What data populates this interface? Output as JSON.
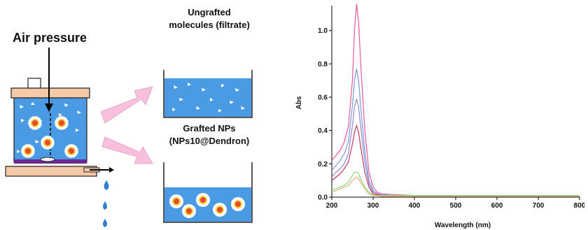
{
  "labels": {
    "air_pressure": "Air pressure",
    "ungrafted_line1": "Ungrafted",
    "ungrafted_line2": "molecules (filtrate)",
    "grafted_line1": "Grafted NPs",
    "grafted_line2": "(NPs10@Dendron)"
  },
  "colors": {
    "liquid": "#4a9be3",
    "frame": "#f3c9a8",
    "arrow": "#f8c0dc",
    "np_core": "#e84a2e"
  },
  "chart_data": {
    "type": "line",
    "title": "",
    "xlabel": "Wavelength (nm)",
    "ylabel": "Abs",
    "xlim": [
      200,
      800
    ],
    "ylim": [
      0,
      1.15
    ],
    "xticks": [
      200,
      300,
      400,
      500,
      600,
      700,
      800
    ],
    "yticks": [
      0.0,
      0.2,
      0.4,
      0.6,
      0.8,
      1.0
    ],
    "grid": false,
    "x": [
      200,
      210,
      220,
      230,
      240,
      250,
      255,
      260,
      265,
      270,
      280,
      290,
      300,
      310,
      320,
      350,
      400,
      500,
      600,
      700,
      800
    ],
    "series": [
      {
        "color": "#e8589a",
        "values": [
          0.22,
          0.25,
          0.28,
          0.33,
          0.42,
          0.7,
          1.0,
          1.16,
          1.05,
          0.8,
          0.4,
          0.15,
          0.06,
          0.03,
          0.02,
          0.015,
          0.01,
          0.01,
          0.01,
          0.01,
          0.01
        ]
      },
      {
        "color": "#7b9bdc",
        "values": [
          0.16,
          0.19,
          0.22,
          0.26,
          0.33,
          0.55,
          0.7,
          0.77,
          0.7,
          0.54,
          0.27,
          0.1,
          0.04,
          0.02,
          0.015,
          0.01,
          0.01,
          0.01,
          0.01,
          0.01,
          0.01
        ]
      },
      {
        "color": "#9089d2",
        "values": [
          0.12,
          0.15,
          0.17,
          0.2,
          0.26,
          0.43,
          0.54,
          0.59,
          0.54,
          0.42,
          0.21,
          0.08,
          0.03,
          0.02,
          0.01,
          0.01,
          0.01,
          0.01,
          0.01,
          0.01,
          0.01
        ]
      },
      {
        "color": "#c23a58",
        "values": [
          0.1,
          0.12,
          0.14,
          0.17,
          0.21,
          0.32,
          0.39,
          0.43,
          0.39,
          0.3,
          0.15,
          0.06,
          0.02,
          0.015,
          0.01,
          0.01,
          0.01,
          0.01,
          0.01,
          0.01,
          0.01
        ]
      },
      {
        "color": "#8edc80",
        "values": [
          0.04,
          0.05,
          0.06,
          0.07,
          0.09,
          0.13,
          0.15,
          0.15,
          0.14,
          0.11,
          0.06,
          0.03,
          0.015,
          0.01,
          0.01,
          0.01,
          0.01,
          0.01,
          0.01,
          0.01,
          0.01
        ]
      },
      {
        "color": "#e6b070",
        "values": [
          0.03,
          0.04,
          0.05,
          0.06,
          0.07,
          0.1,
          0.11,
          0.12,
          0.11,
          0.09,
          0.05,
          0.02,
          0.01,
          0.01,
          0.005,
          0.005,
          0.005,
          0.005,
          0.005,
          0.005,
          0.005
        ]
      }
    ]
  }
}
